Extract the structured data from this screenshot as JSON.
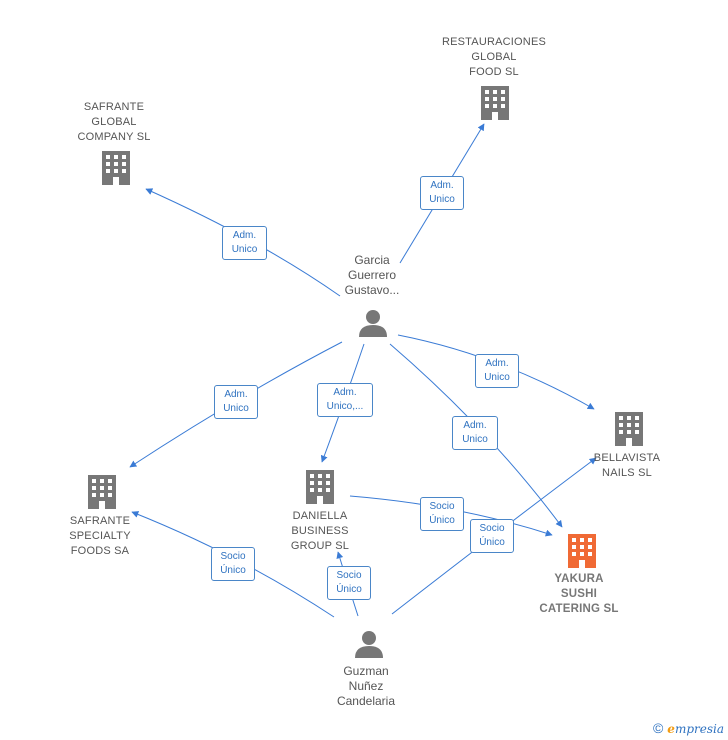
{
  "nodes": {
    "restauraciones": {
      "label": "RESTAURACIONES\nGLOBAL\nFOOD  SL",
      "icon": "building-icon",
      "color": "#777777"
    },
    "safrante_global": {
      "label": "SAFRANTE\nGLOBAL\nCOMPANY SL",
      "icon": "building-icon",
      "color": "#777777"
    },
    "garcia": {
      "label": "Garcia\nGuerrero\nGustavo...",
      "icon": "person-icon",
      "color": "#777777"
    },
    "bellavista": {
      "label": "BELLAVISTA\nNAILS  SL",
      "icon": "building-icon",
      "color": "#777777"
    },
    "safrante_specialty": {
      "label": "SAFRANTE\nSPECIALTY\nFOODS SA",
      "icon": "building-icon",
      "color": "#777777"
    },
    "daniella": {
      "label": "DANIELLA\nBUSINESS\nGROUP  SL",
      "icon": "building-icon",
      "color": "#777777"
    },
    "yakura": {
      "label": "YAKURA\nSUSHI\nCATERING  SL",
      "icon": "building-icon",
      "color": "#f06a35"
    },
    "guzman": {
      "label": "Guzman\nNuñez\nCandelaria",
      "icon": "person-icon",
      "color": "#777777"
    }
  },
  "edges": {
    "garcia_restauraciones": "Adm.\nUnico",
    "garcia_safrante_global": "Adm.\nUnico",
    "garcia_bellavista": "Adm.\nUnico",
    "garcia_safrante_specialty": "Adm.\nUnico",
    "garcia_daniella": "Adm.\nUnico,...",
    "garcia_yakura": "Adm.\nUnico",
    "daniella_yakura": "Socio\nÚnico",
    "guzman_bellavista": "Socio\nÚnico",
    "guzman_safrante_specialty": "Socio\nÚnico",
    "guzman_daniella": "Socio\nÚnico"
  },
  "colors": {
    "edge": "#3a7bd5",
    "building": "#777777",
    "highlight": "#f06a35"
  },
  "footer": {
    "copyright": "©",
    "brand_e": "e",
    "brand_rest": "mpresia"
  }
}
